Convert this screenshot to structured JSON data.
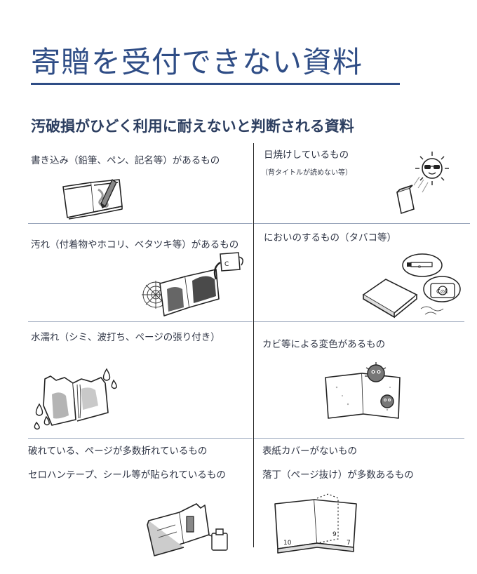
{
  "title": "寄贈を受付できない資料",
  "subtitle": "汚破損がひどく利用に耐えないと判断される資料",
  "items": [
    {
      "label": "書き込み（鉛筆、ペン、記名等）があるもの"
    },
    {
      "label": "日焼けしているもの",
      "note": "（背タイトルが読めない等）"
    },
    {
      "label": "汚れ（付着物やホコリ、ベタツキ等）があるもの"
    },
    {
      "label": "においのするもの（タバコ等）"
    },
    {
      "label": "水濡れ（シミ、波打ち、ページの張り付き）"
    },
    {
      "label": "カビ等による変色があるもの"
    },
    {
      "label": "破れている、ページが多数折れているもの"
    },
    {
      "label": "表紙カバーがないもの"
    },
    {
      "label": "セロハンテープ、シール等が貼られているもの"
    },
    {
      "label": "落丁（ページ抜け）が多数あるもの"
    }
  ],
  "illustrations": {
    "coffee_cup_text": "C",
    "perfume_text": "O",
    "camera_text": "C⊙L",
    "page_number_left": "10",
    "page_number_mid": "9",
    "page_number_right": "7"
  }
}
